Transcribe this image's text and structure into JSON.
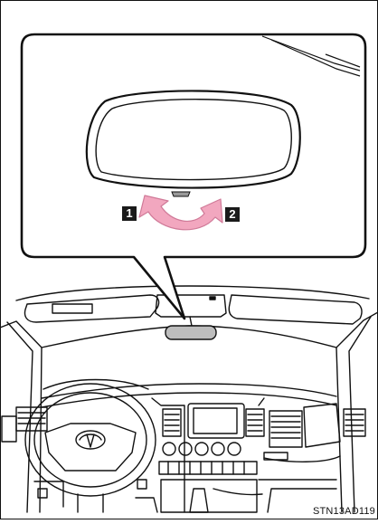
{
  "steps": [
    {
      "label": "1",
      "direction": "tilt-back"
    },
    {
      "label": "2",
      "direction": "tilt-forward"
    }
  ],
  "arrow_color": "#f2a7bf",
  "image_code": "STN13AD119"
}
